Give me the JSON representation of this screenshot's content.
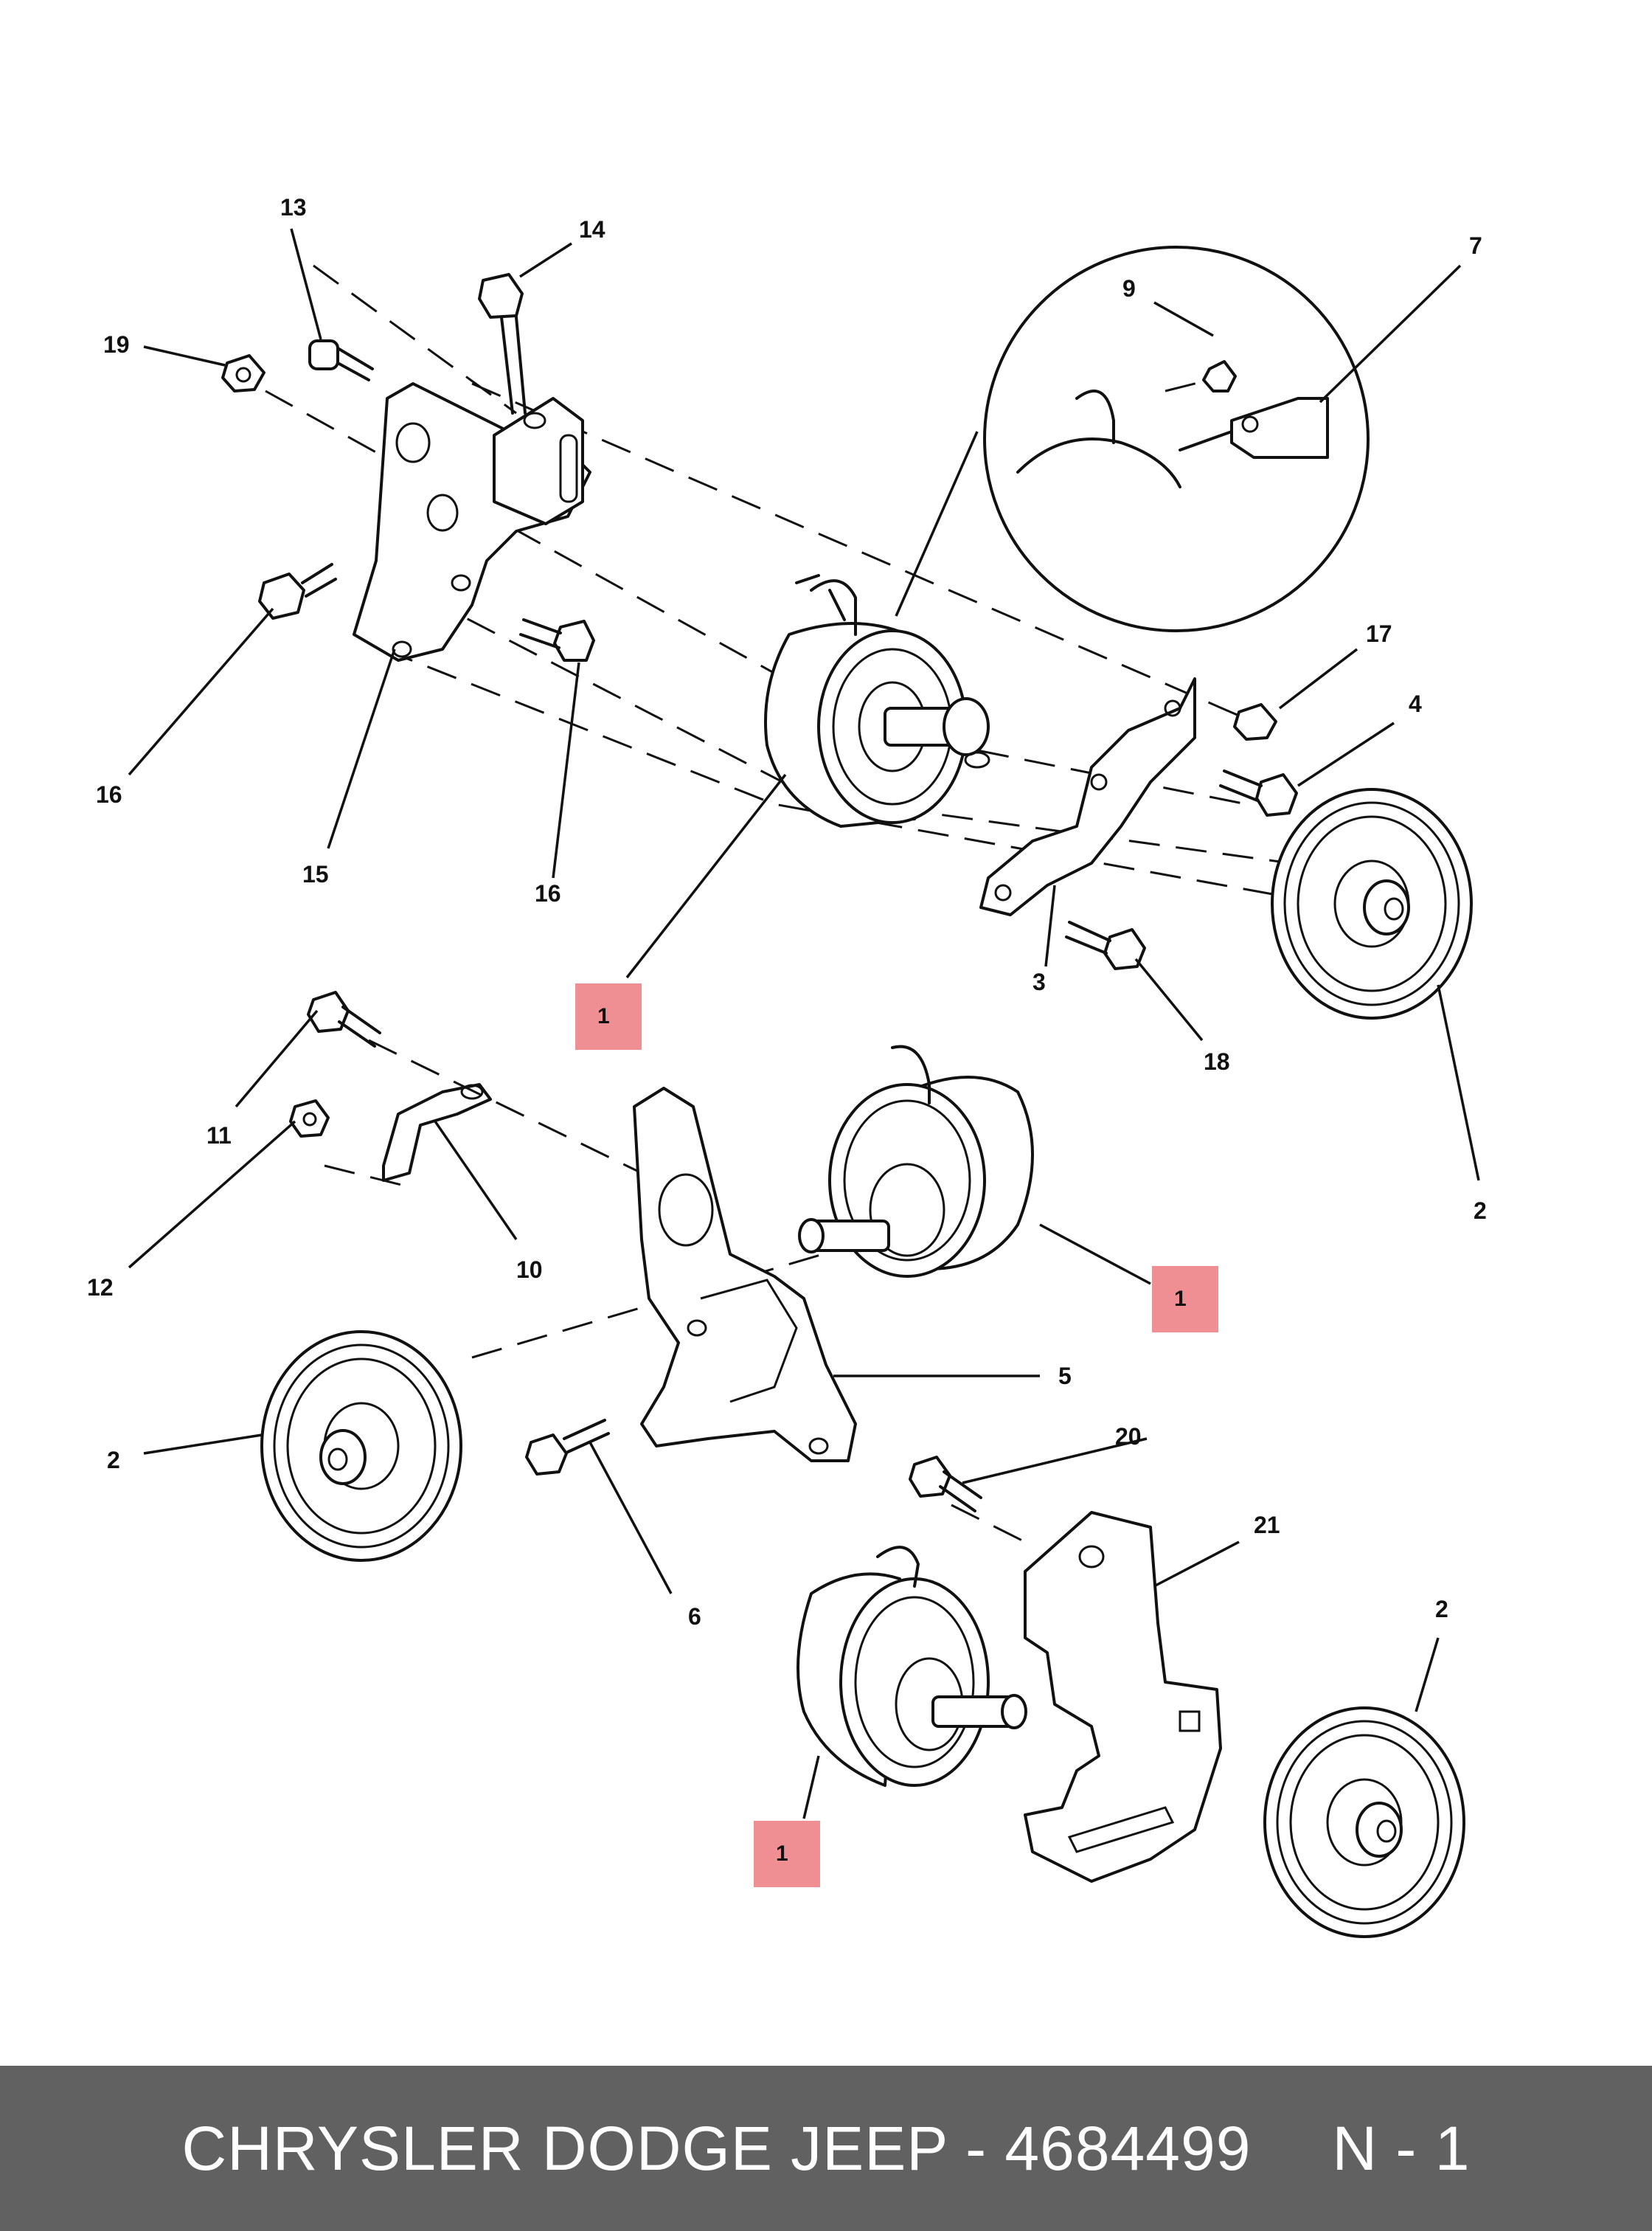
{
  "callouts": {
    "c13": "13",
    "c14": "14",
    "c19": "19",
    "c9": "9",
    "c7": "7",
    "c17": "17",
    "c4": "4",
    "c16a": "16",
    "c15": "15",
    "c16b": "16",
    "c3": "3",
    "c18": "18",
    "c2a": "2",
    "c11": "11",
    "c12": "12",
    "c10": "10",
    "c5": "5",
    "c2b": "2",
    "c6": "6",
    "c20": "20",
    "c21": "21",
    "c2c": "2"
  },
  "highlighted_callouts": {
    "h1a": "1",
    "h1b": "1",
    "h1c": "1"
  },
  "footer": {
    "brand_part": "CHRYSLER DODGE JEEP - 4684499",
    "page_ref": "N - 1"
  },
  "colors": {
    "highlight": "#f08f93",
    "footer_bg": "#616161",
    "footer_text": "#ffffff",
    "line": "#111111"
  }
}
